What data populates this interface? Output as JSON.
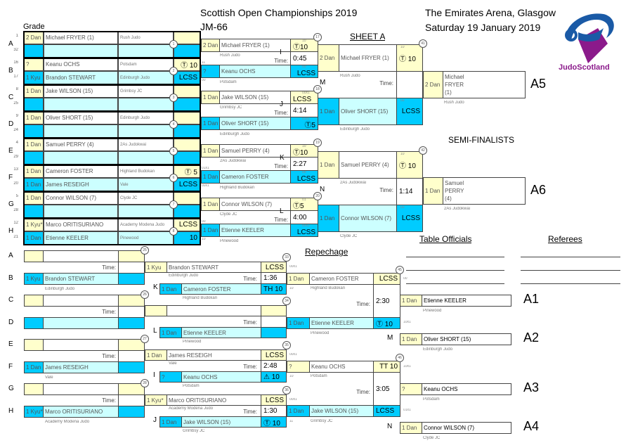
{
  "header": {
    "title": "Scottish Open Championships 2019",
    "category": "JM-66",
    "venue": "The Emirates Arena, Glasgow",
    "date": "Saturday 19 January 2019",
    "grade_label": "Grade",
    "sheet": "SHEET A",
    "semi_finalists": "SEMI-FINALISTS",
    "repechage": "Repechage",
    "table_officials": "Table Officials",
    "referees": "Referees",
    "time_label": "Time:",
    "logo_text": "JudoScotland"
  },
  "colors": {
    "grade_white": "#ffffcc",
    "grade_blue": "#00ccff",
    "name_blue": "#ccffff",
    "logo_blue": "#1a5aa6",
    "logo_purple": "#8b1a8b"
  },
  "pool": [
    {
      "letter": "A",
      "seeds": [
        "1",
        "32"
      ],
      "circle": "1",
      "top": {
        "grade": "2 Dan",
        "name": "Michael FRYER (1)",
        "club": "Rush Judo",
        "score": ""
      },
      "bottom": {
        "grade": "",
        "name": "",
        "club": "",
        "score": ""
      }
    },
    {
      "letter": "B",
      "seeds": [
        "16",
        "17"
      ],
      "circle": "2",
      "top": {
        "grade": "?",
        "name": "Keanu OCHS",
        "club": "Potsdam",
        "score": "Ⓣ 10"
      },
      "bottom": {
        "grade": "1 Kyu",
        "name": "Brandon STEWART",
        "club": "Edinburgh Judo",
        "score": "LCSS"
      }
    },
    {
      "letter": "C",
      "seeds": [
        "8",
        "25"
      ],
      "circle": "3",
      "top": {
        "grade": "1 Dan",
        "name": "Jake WILSON (15)",
        "club": "Grimbsy JC",
        "score": ""
      },
      "bottom": {
        "grade": "",
        "name": "",
        "club": "",
        "score": ""
      }
    },
    {
      "letter": "D",
      "seeds": [
        "9",
        "24"
      ],
      "circle": "4",
      "top": {
        "grade": "1 Dan",
        "name": "Oliver SHORT (15)",
        "club": "Edinburgh Judo",
        "score": ""
      },
      "bottom": {
        "grade": "",
        "name": "",
        "club": "",
        "score": ""
      }
    },
    {
      "letter": "E",
      "seeds": [
        "4",
        "29"
      ],
      "circle": "5",
      "top": {
        "grade": "1 Dan",
        "name": "Samuel PERRY (4)",
        "club": "2As Judokwai",
        "score": ""
      },
      "bottom": {
        "grade": "",
        "name": "",
        "club": "",
        "score": ""
      }
    },
    {
      "letter": "F",
      "seeds": [
        "13",
        "20"
      ],
      "circle": "6",
      "top": {
        "grade": "1 Dan",
        "name": "Cameron FOSTER",
        "club": "Highland Budokan",
        "score": "Ⓣ 5"
      },
      "bottom": {
        "grade": "1 Dan",
        "name": "James RESEIGH",
        "club": "Vale",
        "score": "LCSS"
      }
    },
    {
      "letter": "G",
      "seeds": [
        "5",
        "28"
      ],
      "circle": "7",
      "top": {
        "grade": "1 Dan",
        "name": "Connor WILSON (7)",
        "club": "Clyde JC",
        "score": ""
      },
      "bottom": {
        "grade": "",
        "name": "",
        "club": "",
        "score": ""
      }
    },
    {
      "letter": "H",
      "seeds": [
        "12",
        "21"
      ],
      "circle": "8",
      "top": {
        "grade": "1 Kyu*",
        "name": "Marco ORITISURIANO",
        "club": "Academy Modena Judo",
        "score": "LCSS"
      },
      "bottom": {
        "grade": "1 Dan",
        "name": "Etienne KEELER",
        "club": "Pinewood",
        "score": "10"
      }
    }
  ],
  "round2": [
    {
      "label": "I",
      "circle": "17",
      "time": "0:45",
      "notes": [
        "11",
        "00"
      ],
      "top": {
        "grade": "2 Dan",
        "name": "Michael FRYER (1)",
        "club": "Rush Judo",
        "score": "Ⓣ10",
        "note": "10"
      },
      "bottom": {
        "grade": "?",
        "name": "Keanu OCHS",
        "club": "Potsdam",
        "score": "LCSS",
        "note": "00"
      }
    },
    {
      "label": "J",
      "circle": "18",
      "time": "4:14",
      "notes": [
        "",
        ""
      ],
      "top": {
        "grade": "1 Dan",
        "name": "Jake WILSON (15)",
        "club": "Grimbsy JC",
        "score": "LCSS",
        "note": "00x1"
      },
      "bottom": {
        "grade": "1 Dan",
        "name": "Oliver SHORT (15)",
        "club": "Edinburgh Judo",
        "score": "Ⓣ5",
        "note": "01x1"
      }
    },
    {
      "label": "K",
      "circle": "19",
      "time": "2:27",
      "notes": [
        "01x1",
        "00x1"
      ],
      "top": {
        "grade": "1 Dan",
        "name": "Samuel PERRY (4)",
        "club": "2As Judokwai",
        "score": "Ⓣ10",
        "note": "10"
      },
      "bottom": {
        "grade": "1 Dan",
        "name": "Cameron FOSTER",
        "club": "Highland Budokan",
        "score": "LCSS",
        "note": "00"
      }
    },
    {
      "label": "L",
      "circle": "20",
      "time": "4:00",
      "notes": [
        "00",
        "10"
      ],
      "top": {
        "grade": "1 Dan",
        "name": "Connor WILSON (7)",
        "club": "Clyde JC",
        "score": "Ⓣ5",
        "note": "01"
      },
      "bottom": {
        "grade": "1 Dan",
        "name": "Etienne KEELER",
        "club": "Pinewood",
        "score": "LCSS",
        "note": "00x2"
      }
    }
  ],
  "semis": [
    {
      "label": "M",
      "circle": "41",
      "time": "",
      "top": {
        "grade": "2 Dan",
        "name": "Michael FRYER (1)",
        "club": "Rush Judo",
        "score": "Ⓣ 10",
        "note": "10"
      },
      "bottom": {
        "grade": "1 Dan",
        "name": "Oliver SHORT (15)",
        "club": "Edinburgh Judo",
        "score": "LCSS",
        "note": "00"
      }
    },
    {
      "label": "N",
      "circle": "42",
      "time": "1:14",
      "top": {
        "grade": "1 Dan",
        "name": "Samuel PERRY (4)",
        "club": "2As Judokwai",
        "score": "Ⓣ 10",
        "note": "10"
      },
      "bottom": {
        "grade": "1 Dan",
        "name": "Connor WILSON (7)",
        "club": "Clyde JC",
        "score": "LCSS",
        "note": "00"
      }
    }
  ],
  "finalists": [
    {
      "place": "A5",
      "grade": "2 Dan",
      "name": "Michael FRYER (1)",
      "club": "Rush Judo"
    },
    {
      "place": "A6",
      "grade": "1 Dan",
      "name": "Samuel PERRY (4)",
      "club": "2As Judokwai"
    }
  ],
  "rep1": [
    {
      "letters": [
        "A",
        "B"
      ],
      "circle": "25",
      "top": {
        "grade": "",
        "name": ""
      },
      "bottom": {
        "grade": "1 Kyu",
        "name": "Brandon STEWART",
        "club": "Edinburgh Judo"
      }
    },
    {
      "letters": [
        "C",
        "D"
      ],
      "circle": "26",
      "top": {
        "grade": "",
        "name": ""
      },
      "bottom": {
        "grade": "",
        "name": "",
        "club": ""
      }
    },
    {
      "letters": [
        "E",
        "F"
      ],
      "circle": "27",
      "top": {
        "grade": "",
        "name": ""
      },
      "bottom": {
        "grade": "1 Dan",
        "name": "James RESEIGH",
        "club": "Vale"
      }
    },
    {
      "letters": [
        "G",
        "H"
      ],
      "circle": "28",
      "top": {
        "grade": "",
        "name": ""
      },
      "bottom": {
        "grade": "1 Kyu*",
        "name": "Marco ORITISURIANO",
        "club": "Academy Modena Judo"
      }
    }
  ],
  "rep2": [
    {
      "label": "K",
      "circle": "33",
      "time": "1:36",
      "top": {
        "grade": "1 Kyu",
        "name": "Brandon STEWART",
        "club": "Edinburgh Judo",
        "score": "LCSS",
        "note": "00x1"
      },
      "bottom": {
        "grade": "1 Dan",
        "name": "Cameron FOSTER",
        "club": "Highland Budokan",
        "score": "TH 10",
        "note": "10"
      }
    },
    {
      "label": "L",
      "circle": "34",
      "time": "",
      "top": {
        "grade": "",
        "name": "",
        "club": "",
        "score": "",
        "note": ""
      },
      "bottom": {
        "grade": "1 Dan",
        "name": "Etienne KEELER",
        "club": "Pinewood",
        "score": "",
        "note": ""
      }
    },
    {
      "label": "I",
      "circle": "35",
      "time": "2:48",
      "top": {
        "grade": "1 Dan",
        "name": "James RESEIGH",
        "club": "Vale",
        "score": "LCSS",
        "note": "00x1"
      },
      "bottom": {
        "grade": "?",
        "name": "Keanu OCHS",
        "club": "Potsdam",
        "score": "⚠ 10",
        "note": "10"
      }
    },
    {
      "label": "J",
      "circle": "36",
      "time": "1:30",
      "top": {
        "grade": "1 Kyu*",
        "name": "Marco ORITISURIANO",
        "club": "Academy Modena Judo",
        "score": "LCSS",
        "note": "00x1"
      },
      "bottom": {
        "grade": "1 Dan",
        "name": "Jake WILSON (15)",
        "club": "Grimbsy JC",
        "score": "Ⓣ 10",
        "note": "11"
      }
    }
  ],
  "rep3": [
    {
      "circle": "45",
      "time": "2:30",
      "top": {
        "grade": "1 Dan",
        "name": "Cameron FOSTER",
        "club": "Highland Budokan",
        "score": "LCSS",
        "note": "00"
      },
      "bottom": {
        "grade": "1 Dan",
        "name": "Etienne KEELER",
        "club": "Pinewood",
        "score": "Ⓣ 10",
        "note": "10x1"
      }
    },
    {
      "circle": "46",
      "time": "3:05",
      "top": {
        "grade": "?",
        "name": "Keanu OCHS",
        "club": "Potsdam",
        "score": "TT 10",
        "note": "10x1"
      },
      "bottom": {
        "grade": "1 Dan",
        "name": "Jake WILSON (15)",
        "club": "Grimbsy JC",
        "score": "LCSS",
        "note": "01x1"
      }
    }
  ],
  "bronze": [
    {
      "place": "A1",
      "label": "",
      "grade": "1 Dan",
      "name": "Etienne KEELER",
      "club": "Pinewood"
    },
    {
      "place": "A2",
      "label": "M",
      "grade": "1 Dan",
      "name": "Oliver SHORT (15)",
      "club": "Edinburgh Judo"
    },
    {
      "place": "A3",
      "label": "",
      "grade": "?",
      "name": "Keanu OCHS",
      "club": "Potsdam"
    },
    {
      "place": "A4",
      "label": "N",
      "grade": "1 Dan",
      "name": "Connor WILSON (7)",
      "club": "Clyde JC"
    }
  ]
}
